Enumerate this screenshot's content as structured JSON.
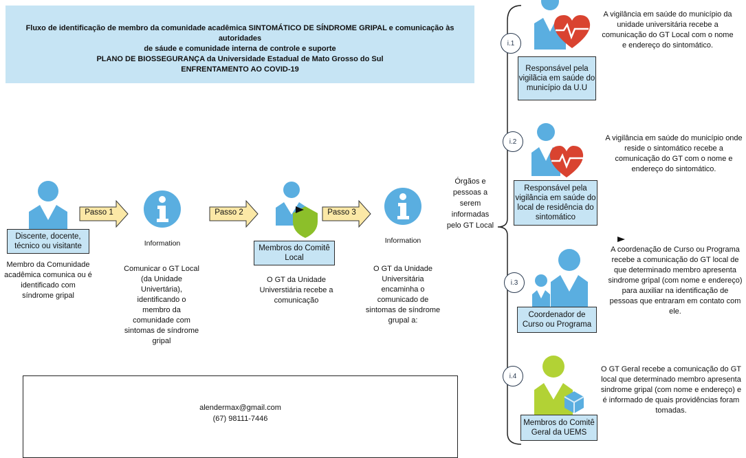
{
  "header": {
    "line1": "Fluxo de identificação de membro da comunidade acadêmica SINTOMÁTICO DE SÍNDROME GRIPAL e comunicação às autoridades",
    "line2": "de sáude e comunidade interna de controle e suporte",
    "line3": "PLANO DE BIOSSEGURANÇA da Universidade Estadual de Mato Grosso do Sul",
    "line4": "ENFRENTAMENTO AO COVID-19"
  },
  "flow": {
    "actor1": {
      "label": "Discente, docente, técnico ou visitante",
      "desc": "Membro da Comunidade acadêmica comunica ou é identificado com síndrome gripal"
    },
    "passo1": "Passo 1",
    "info1": {
      "caption": "Information",
      "desc": "Comunicar o GT Local (da Unidade Univertária), identificando o membro da comunidade com sintomas de síndrome gripal"
    },
    "passo2": "Passo 2",
    "actor2": {
      "label": "Membros do Comitê Local",
      "desc": "O GT da Unidade Universtiária recebe a comunicação"
    },
    "passo3": "Passo 3",
    "info2": {
      "caption": "Information",
      "desc": "O GT da Unidade Universitária encaminha o comunicado de sintomas de síndrome grupal a:"
    },
    "bracket_label": "Órgãos e pessoas a serem informadas pelo GT Local"
  },
  "branches": [
    {
      "step": "i.1",
      "label": "Responsável pela vigilãcia em saúde do município da U.U",
      "desc": "A vigilância em saúde do município da unidade universitária recebe a comunicação do GT Local com o nome e endereço do sintomático."
    },
    {
      "step": "i.2",
      "label": "Responsável pela vigilância em saúde do local de residência do sintomático",
      "desc": "A vigilância em saúde do município onde reside o sintomático recebe a comunicação do GT com o nome e endereço do sintomático."
    },
    {
      "step": "i.3",
      "label": "Coordenador de Curso ou Programa",
      "desc": "A coordenação de Curso ou Programa recebe a comunicação do GT local de que determinado membro apresenta sindrome gripal (com nome e endereço) para auxiliar na identificação de pessoas que entraram em contato com ele."
    },
    {
      "step": "i.4",
      "label": "Membros do Comitê Geral da UEMS",
      "desc": "O GT Geral recebe a comunicação do GT local que determinado membro apresenta sindrome gripal (com nome e endereço) e é informado de quais providências foram tomadas."
    }
  ],
  "contact": {
    "email": "alendermax@gmail.com",
    "phone": "(67) 98111-7446"
  },
  "colors": {
    "person_blue": "#5aaee0",
    "label_bg": "#c6e4f4",
    "arrow_fill": "#fbe8a6",
    "heart_red": "#d94330",
    "shield_green": "#8cbf2a",
    "lime": "#b2d235"
  }
}
